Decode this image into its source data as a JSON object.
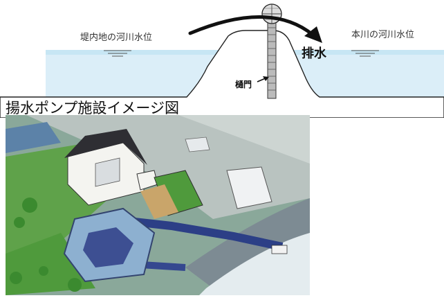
{
  "diagram": {
    "inner_water_label": "堤内地の河川水位",
    "river_water_label": "本川の河川水位",
    "drain_label": "排水",
    "gate_label": "樋門",
    "illustration_title": "揚水ポンプ施設イメージ図"
  }
}
